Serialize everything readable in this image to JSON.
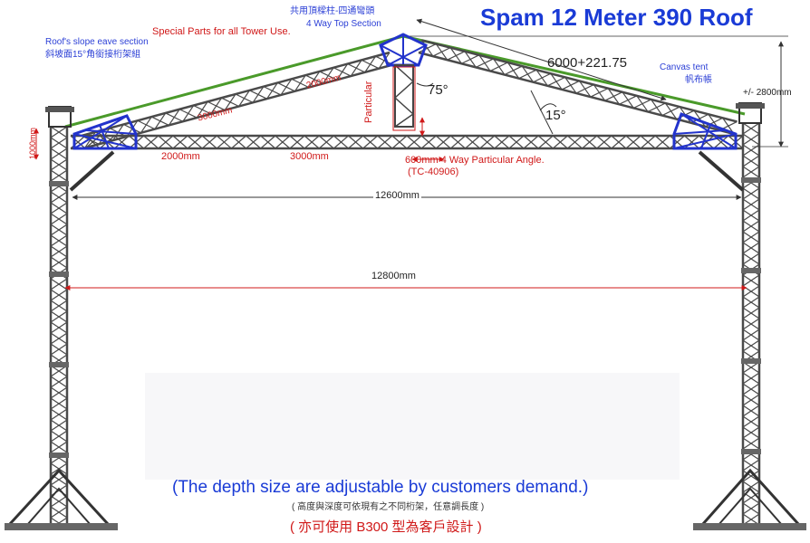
{
  "title": "Spam 12 Meter 390 Roof",
  "labels": {
    "top_section_cn": "共用頂樑柱-四通彎頭",
    "top_section_en": "4 Way Top Section",
    "special_parts": "Special Parts for all Tower Use.",
    "eave_en": "Roof's slope eave section",
    "eave_cn": "斜坡面15°角銜接桁架組",
    "slope_length": "6000+221.75",
    "canvas_en": "Canvas tent",
    "canvas_cn": "帆布帳",
    "roof_height": "+/- 2800mm",
    "angle_top": "75°",
    "angle_slope": "15°",
    "particular": "Particular",
    "roof_2000": "2000mm",
    "roof_3000": "3000mm",
    "beam_1000": "1000mm",
    "beam_2000": "2000mm",
    "beam_3000": "3000mm",
    "particular_angle": "600mm 4 Way Particular Angle.",
    "particular_code": "(TC-40906)",
    "span_inner": "12600mm",
    "span_outer": "12800mm"
  },
  "notes": {
    "depth": "(The depth size are adjustable by customers demand.)",
    "depth_cn": "( 高度與深度可依現有之不同桁架，任意調長度 )",
    "b300": "( 亦可使用 B300 型為客戶設計 )"
  },
  "colors": {
    "truss": "#4a4a4a",
    "truss_accent": "#2233cc",
    "canvas": "#4a9a2a",
    "dimension": "#d01818",
    "title": "#1a3bd6"
  }
}
